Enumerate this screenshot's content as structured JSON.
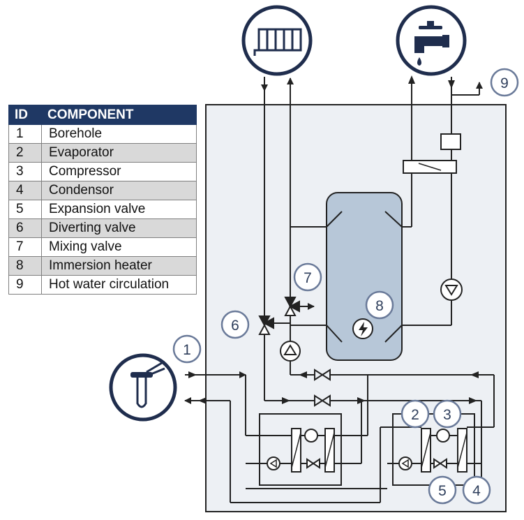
{
  "legend": {
    "header_id": "ID",
    "header_component": "COMPONENT",
    "rows": [
      {
        "id": "1",
        "component": "Borehole"
      },
      {
        "id": "2",
        "component": "Evaporator"
      },
      {
        "id": "3",
        "component": "Compressor"
      },
      {
        "id": "4",
        "component": "Condensor"
      },
      {
        "id": "5",
        "component": "Expansion valve"
      },
      {
        "id": "6",
        "component": "Diverting valve"
      },
      {
        "id": "7",
        "component": "Mixing valve"
      },
      {
        "id": "8",
        "component": "Immersion heater"
      },
      {
        "id": "9",
        "component": "Hot water circulation"
      }
    ]
  },
  "markers": {
    "m1": "1",
    "m2": "2",
    "m3": "3",
    "m4": "4",
    "m5": "5",
    "m6": "6",
    "m7": "7",
    "m8": "8",
    "m9": "9"
  },
  "icons": {
    "radiator": "radiator-icon",
    "tap": "water-tap-icon",
    "borehole": "borehole-probe-icon"
  },
  "colors": {
    "line": "#222222",
    "circle_border": "#1f2d4d",
    "marker_border": "#6a7a99",
    "marker_text": "#2f3f5c",
    "house_fill": "#edf0f4",
    "tank_fill": "#b7c7d8",
    "table_header": "#1f3864",
    "table_alt_row": "#d9d9d9"
  }
}
